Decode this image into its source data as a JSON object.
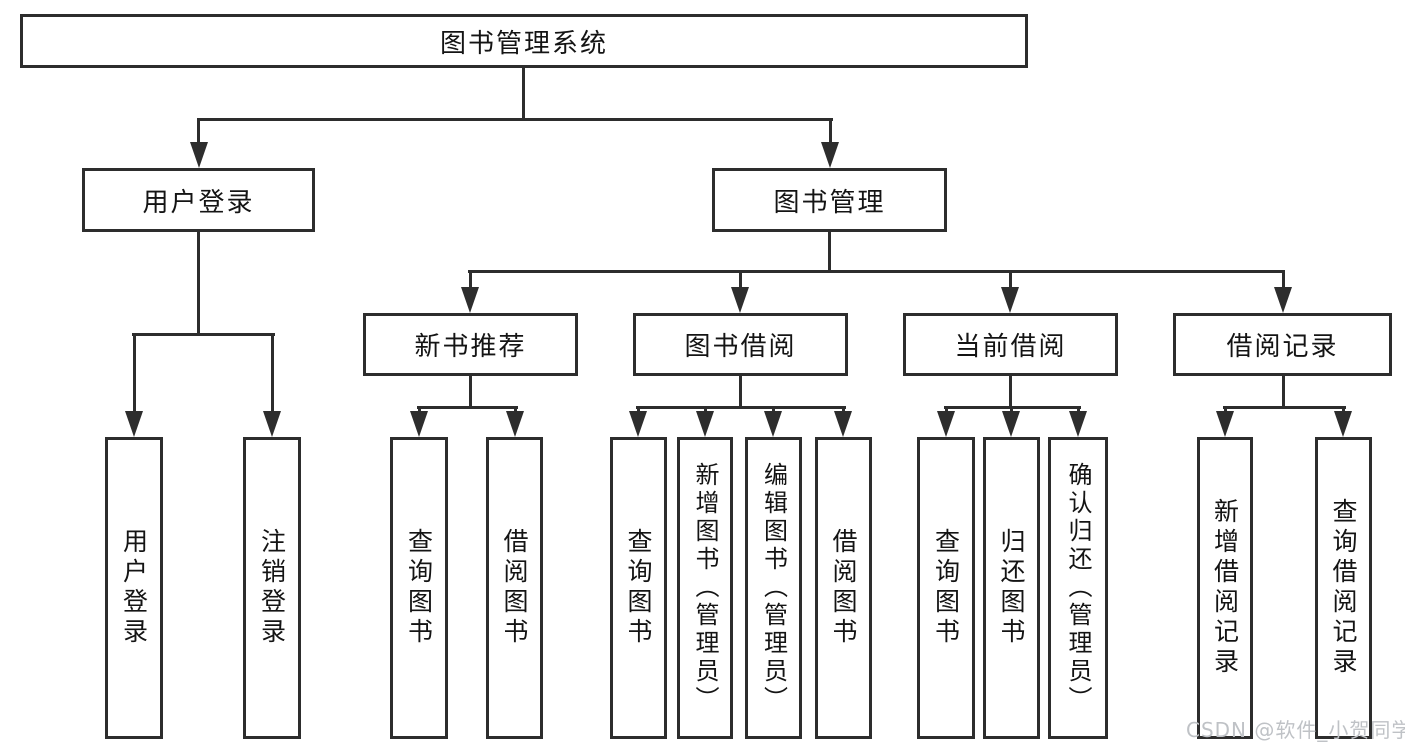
{
  "diagram": {
    "root": {
      "label": "图书管理系统"
    },
    "level2": [
      {
        "label": "用户登录"
      },
      {
        "label": "图书管理"
      }
    ],
    "level3": [
      {
        "label": "新书推荐"
      },
      {
        "label": "图书借阅"
      },
      {
        "label": "当前借阅"
      },
      {
        "label": "借阅记录"
      }
    ],
    "leaves": {
      "user": [
        "用户登录",
        "注销登录"
      ],
      "recommend": [
        "查询图书",
        "借阅图书"
      ],
      "borrow": [
        "查询图书",
        "新增图书（管理员）",
        "编辑图书（管理员）",
        "借阅图书"
      ],
      "current": [
        "查询图书",
        "归还图书",
        "确认归还（管理员）"
      ],
      "records": [
        "新增借阅记录",
        "查询借阅记录"
      ]
    }
  },
  "watermark": {
    "text": "CSDN @软件_小贺同学"
  },
  "colors": {
    "line": "#2d2d2d",
    "text": "#141414",
    "background": "#ffffff",
    "watermark": "#bfc2c6"
  }
}
